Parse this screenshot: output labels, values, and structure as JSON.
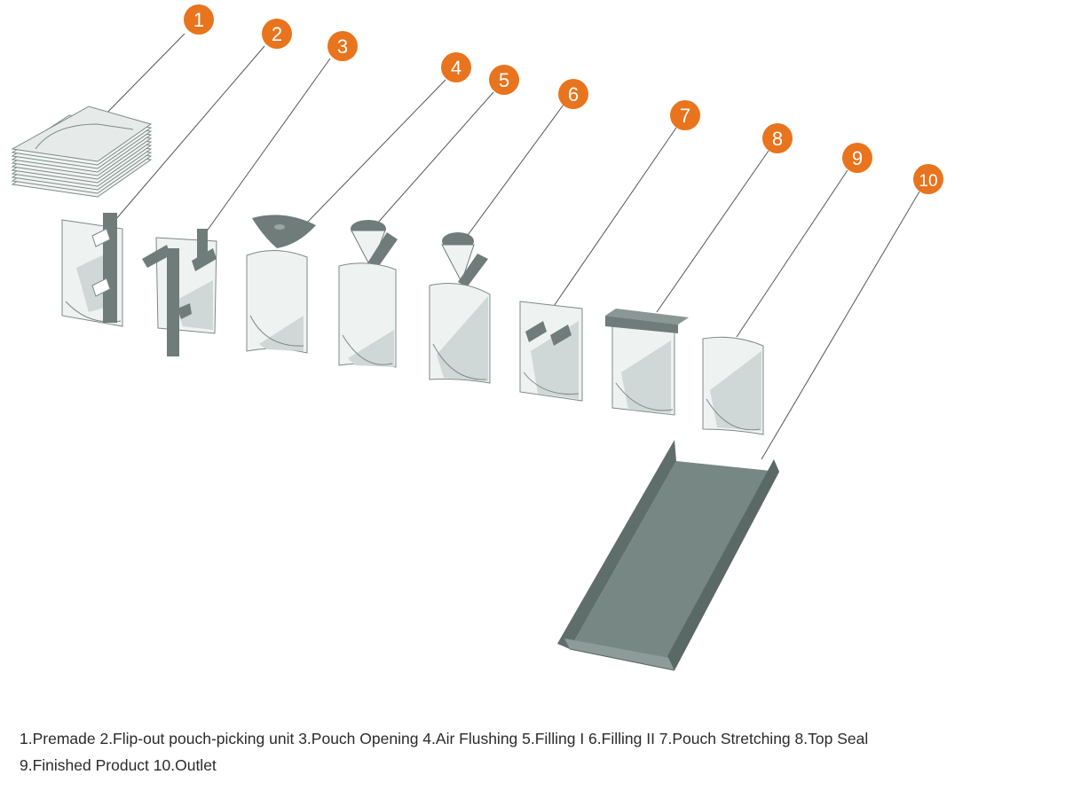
{
  "steps": [
    {
      "number": "1",
      "name": "Premade"
    },
    {
      "number": "2",
      "name": "Flip-out pouch-picking unit"
    },
    {
      "number": "3",
      "name": "Pouch Opening"
    },
    {
      "number": "4",
      "name": "Air Flushing"
    },
    {
      "number": "5",
      "name": "Filling I"
    },
    {
      "number": "6",
      "name": "Filling II"
    },
    {
      "number": "7",
      "name": "Pouch Stretching"
    },
    {
      "number": "8",
      "name": "Top Seal"
    },
    {
      "number": "9",
      "name": "Finished Product"
    },
    {
      "number": "10",
      "name": "Outlet"
    }
  ],
  "caption": {
    "line1": "1.Premade 2.Flip-out pouch-picking unit 3.Pouch Opening 4.Air Flushing 5.Filling I 6.Filling II 7.Pouch Stretching 8.Top Seal",
    "line2": "9.Finished Product 10.Outlet"
  },
  "colors": {
    "badge": "#e8741e",
    "machine": "#6f7c79",
    "pouch_fill": "#eef2f1",
    "pouch_shade": "#c9d3d1",
    "leader": "#555555"
  }
}
